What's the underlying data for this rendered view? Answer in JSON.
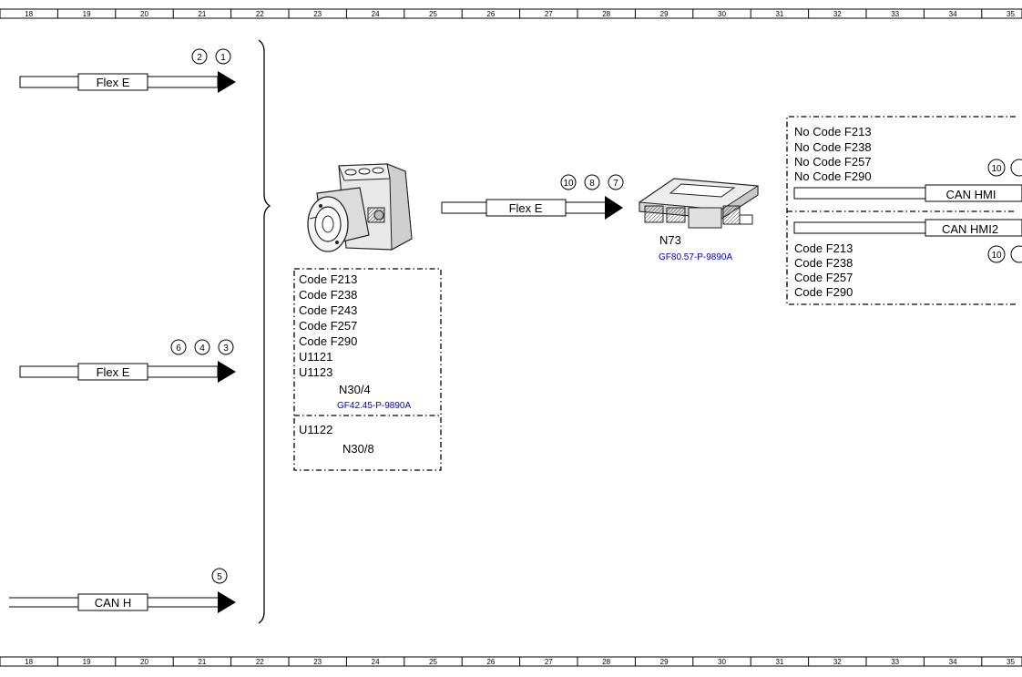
{
  "ruler": {
    "numbers": [
      "18",
      "19",
      "20",
      "21",
      "22",
      "23",
      "24",
      "25",
      "26",
      "27",
      "28",
      "29",
      "30",
      "31",
      "32",
      "33",
      "34",
      "35"
    ]
  },
  "connections": [
    {
      "id": "flex-e-1",
      "label": "Flex E",
      "markers": [
        "2",
        "1"
      ]
    },
    {
      "id": "flex-e-2",
      "label": "Flex E",
      "markers": [
        "6",
        "4",
        "3"
      ]
    },
    {
      "id": "can-h",
      "label": "CAN H",
      "markers": [
        "5"
      ]
    },
    {
      "id": "flex-e-mid",
      "label": "Flex E",
      "markers": [
        "10",
        "8",
        "7"
      ]
    },
    {
      "id": "can-hmi",
      "label": "CAN HMI",
      "markers": [
        "10"
      ]
    },
    {
      "id": "can-hmi2",
      "label": "CAN HMI2",
      "markers": [
        "10"
      ]
    }
  ],
  "module_n30": {
    "codes": [
      "Code F213",
      "Code F238",
      "Code F243",
      "Code F257",
      "Code F290",
      "U1121",
      "U1123"
    ],
    "name": "N30/4",
    "doc_link": "GF42.45-P-9890A",
    "sub_code": "U1122",
    "sub_name": "N30/8"
  },
  "module_n73": {
    "name": "N73",
    "doc_link": "GF80.57-P-9890A"
  },
  "right_box": {
    "no_codes": [
      "No Code F213",
      "No Code F238",
      "No Code F257",
      "No Code F290"
    ],
    "codes": [
      "Code F213",
      "Code F238",
      "Code F257",
      "Code F290"
    ]
  }
}
